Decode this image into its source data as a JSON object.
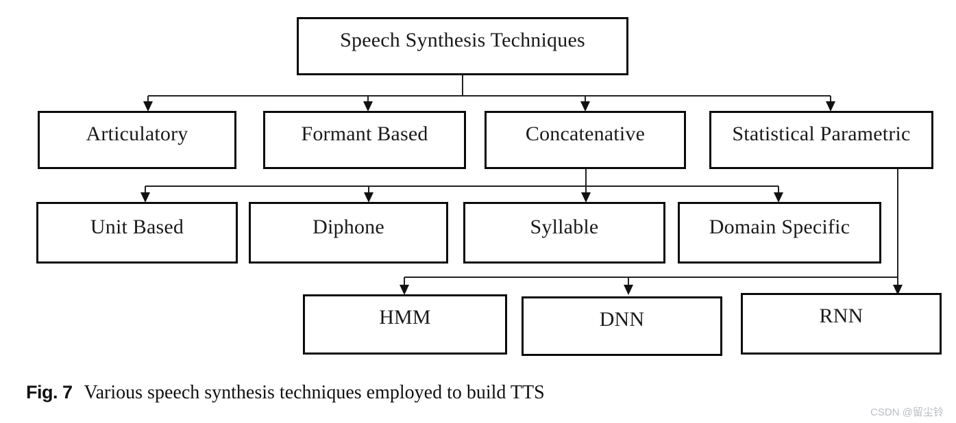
{
  "diagram": {
    "root": {
      "label": "Speech Synthesis Techniques"
    },
    "level2": {
      "parent": "Speech Synthesis Techniques",
      "items": [
        {
          "label": "Articulatory"
        },
        {
          "label": "Formant Based"
        },
        {
          "label": "Concatenative"
        },
        {
          "label": "Statistical Parametric"
        }
      ]
    },
    "level3": {
      "parent": "Concatenative",
      "items": [
        {
          "label": "Unit Based"
        },
        {
          "label": "Diphone"
        },
        {
          "label": "Syllable"
        },
        {
          "label": "Domain Specific"
        }
      ]
    },
    "level4": {
      "parent": "Statistical Parametric",
      "items": [
        {
          "label": "HMM"
        },
        {
          "label": "DNN"
        },
        {
          "label": "RNN"
        }
      ]
    }
  },
  "caption": {
    "tag": "Fig. 7",
    "text": "Various speech synthesis techniques employed to build TTS"
  },
  "watermark": {
    "text": "CSDN @留尘铃"
  },
  "colors": {
    "background": "#ffffff",
    "box_border": "#0a0a0a",
    "connector_line": "#222222",
    "arrowhead": "#111111",
    "watermark_text": "#b9bdc2"
  }
}
